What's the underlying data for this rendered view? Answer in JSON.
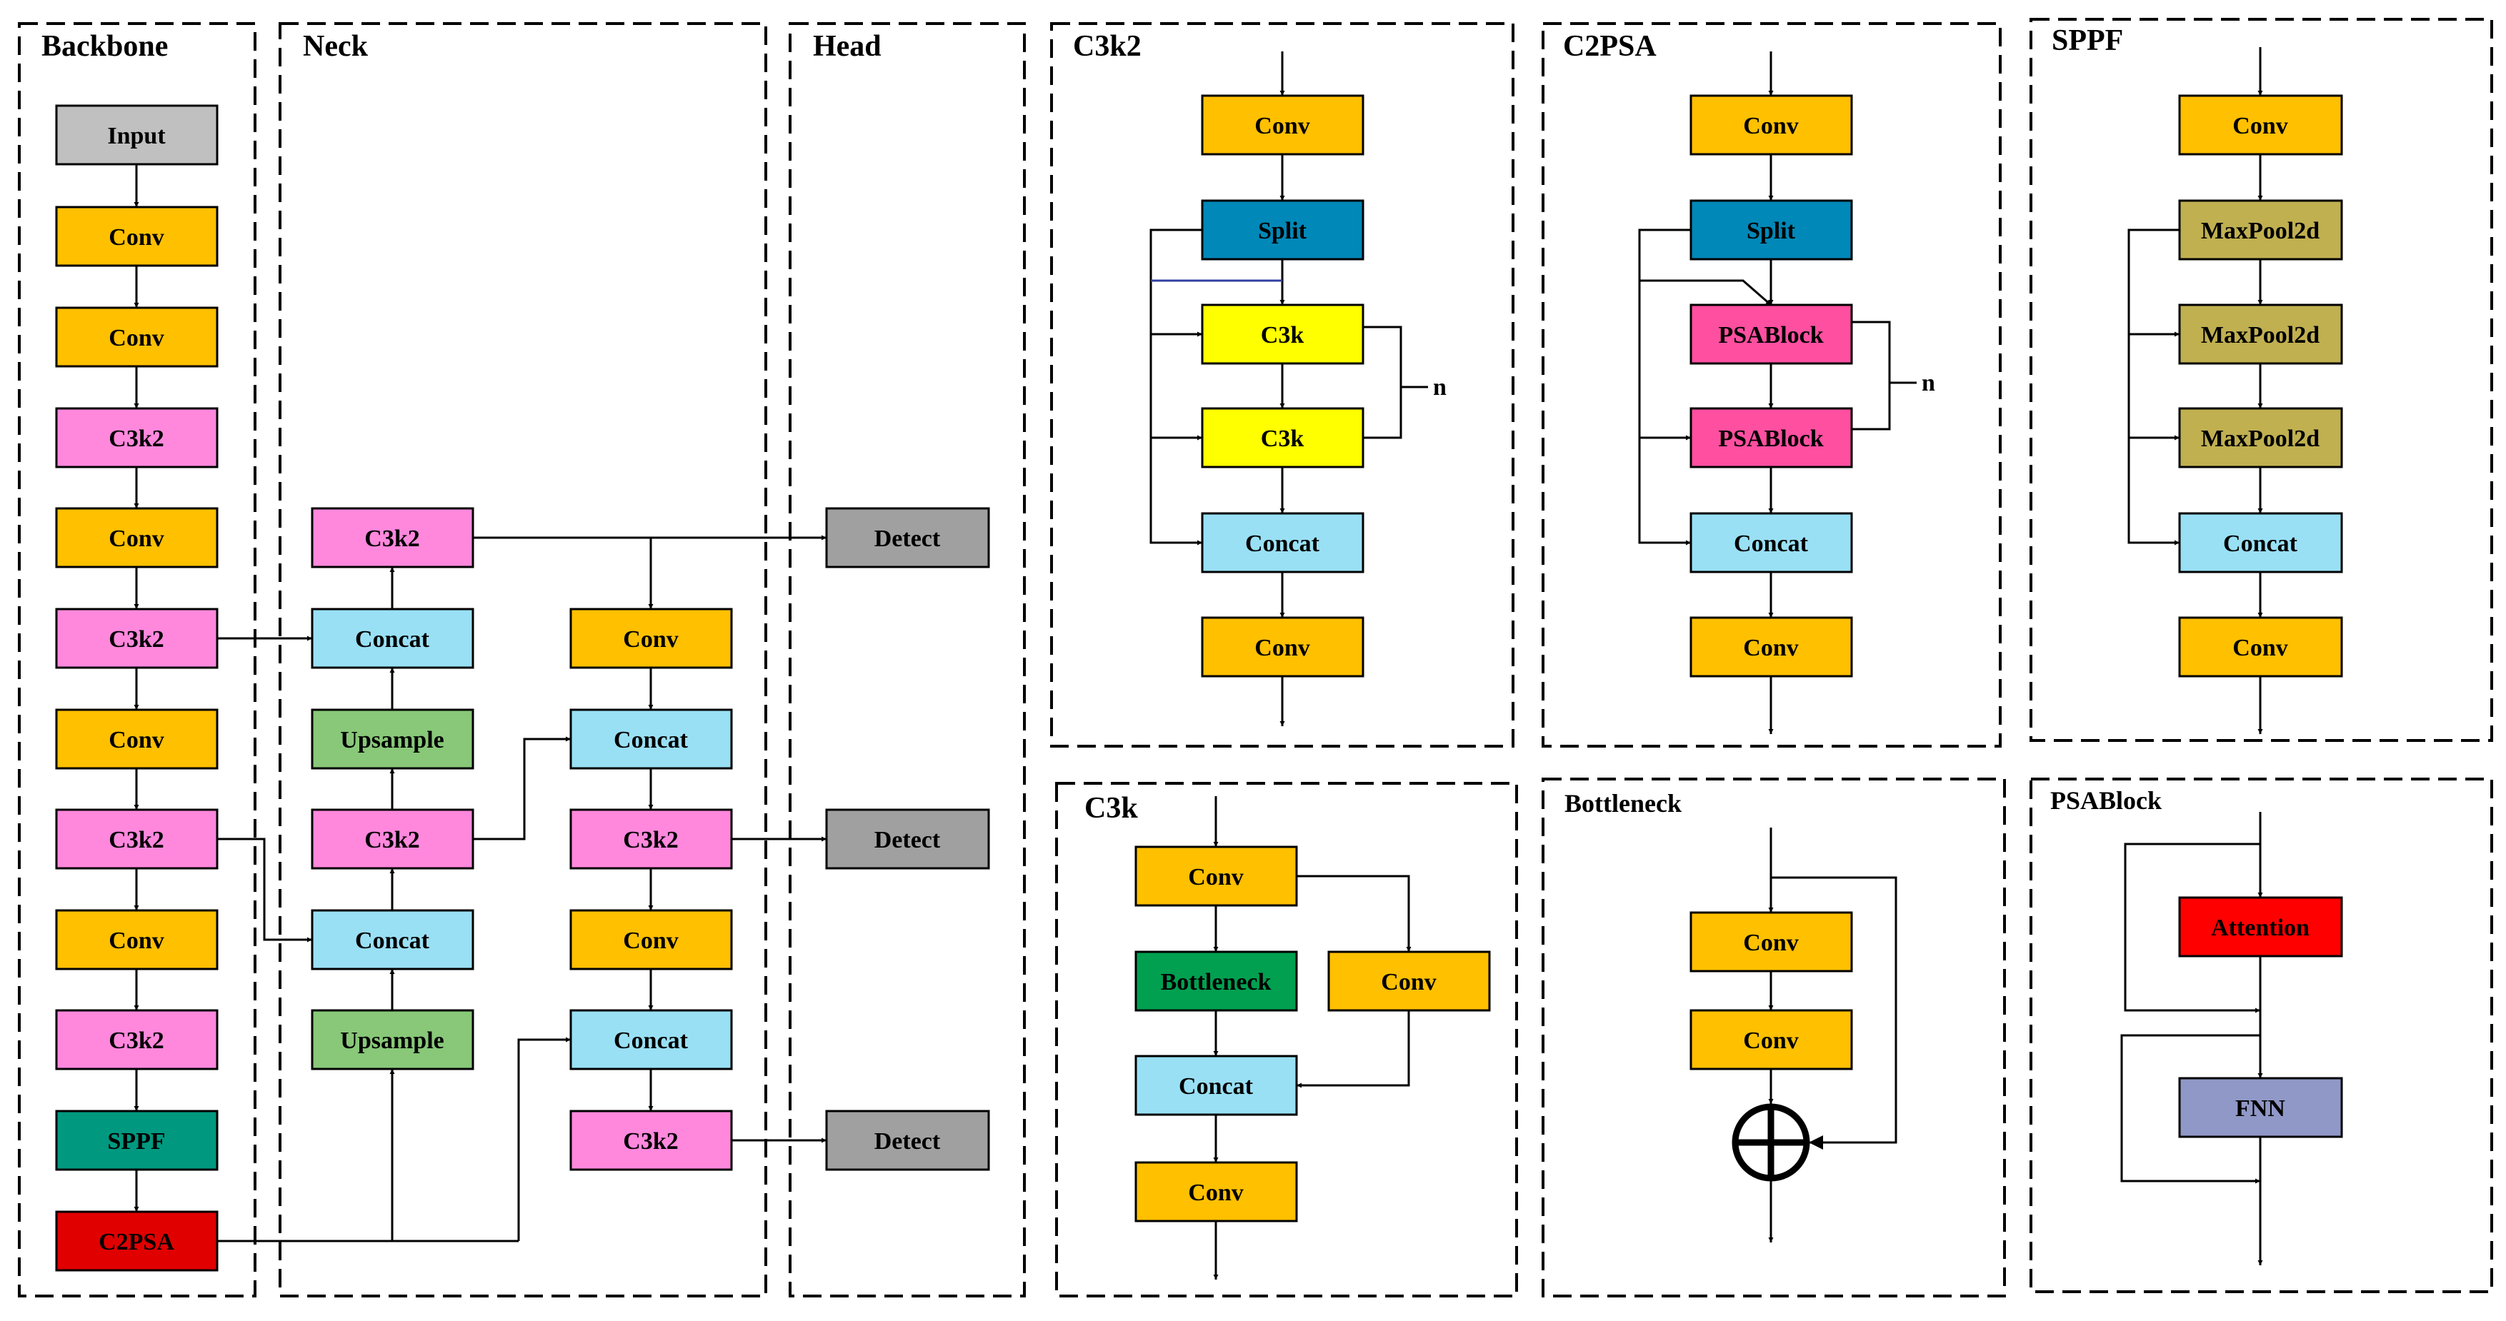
{
  "titles": {
    "backbone": "Backbone",
    "neck": "Neck",
    "head": "Head",
    "c3k2": "C3k2",
    "c2psa": "C2PSA",
    "sppf": "SPPF",
    "c3k": "C3k",
    "bottleneck": "Bottleneck",
    "psablock": "PSABlock"
  },
  "colors": {
    "input": "#c0c0c0",
    "conv": "#ffc000",
    "c3k2": "#ff88dd",
    "sppf": "#009980",
    "c2psa": "#e00000",
    "concat": "#99e0f5",
    "upsample": "#88c878",
    "detect": "#a0a0a0",
    "split": "#0088b8",
    "c3k": "#ffff00",
    "psablock": "#ff4fa0",
    "maxpool": "#c0b050",
    "bottleneck": "#00a050",
    "attention": "#ff0000",
    "fnn": "#9098c8",
    "split_branch_line": "#3040a0"
  },
  "backbone": [
    "Input",
    "Conv",
    "Conv",
    "C3k2",
    "Conv",
    "C3k2",
    "Conv",
    "C3k2",
    "Conv",
    "C3k2",
    "SPPF",
    "C2PSA"
  ],
  "neck": {
    "left": [
      "C3k2",
      "Concat",
      "Upsample",
      "C3k2",
      "Concat",
      "Upsample"
    ],
    "right": [
      "Conv",
      "Concat",
      "C3k2",
      "Conv",
      "Concat",
      "C3k2"
    ]
  },
  "head": [
    "Detect",
    "Detect",
    "Detect"
  ],
  "c3k2_block": {
    "nodes": [
      "Conv",
      "Split",
      "C3k",
      "C3k",
      "Concat",
      "Conv"
    ],
    "repeat": "n"
  },
  "c2psa_block": {
    "nodes": [
      "Conv",
      "Split",
      "PSABlock",
      "PSABlock",
      "Concat",
      "Conv"
    ],
    "repeat": "n"
  },
  "sppf_block": {
    "nodes": [
      "Conv",
      "MaxPool2d",
      "MaxPool2d",
      "MaxPool2d",
      "Concat",
      "Conv"
    ]
  },
  "c3k_block": {
    "nodes": [
      "Conv",
      "Bottleneck",
      "Conv",
      "Concat",
      "Conv"
    ]
  },
  "bottleneck_block": {
    "nodes": [
      "Conv",
      "Conv"
    ]
  },
  "psablock_block": {
    "nodes": [
      "Attention",
      "FNN"
    ]
  }
}
